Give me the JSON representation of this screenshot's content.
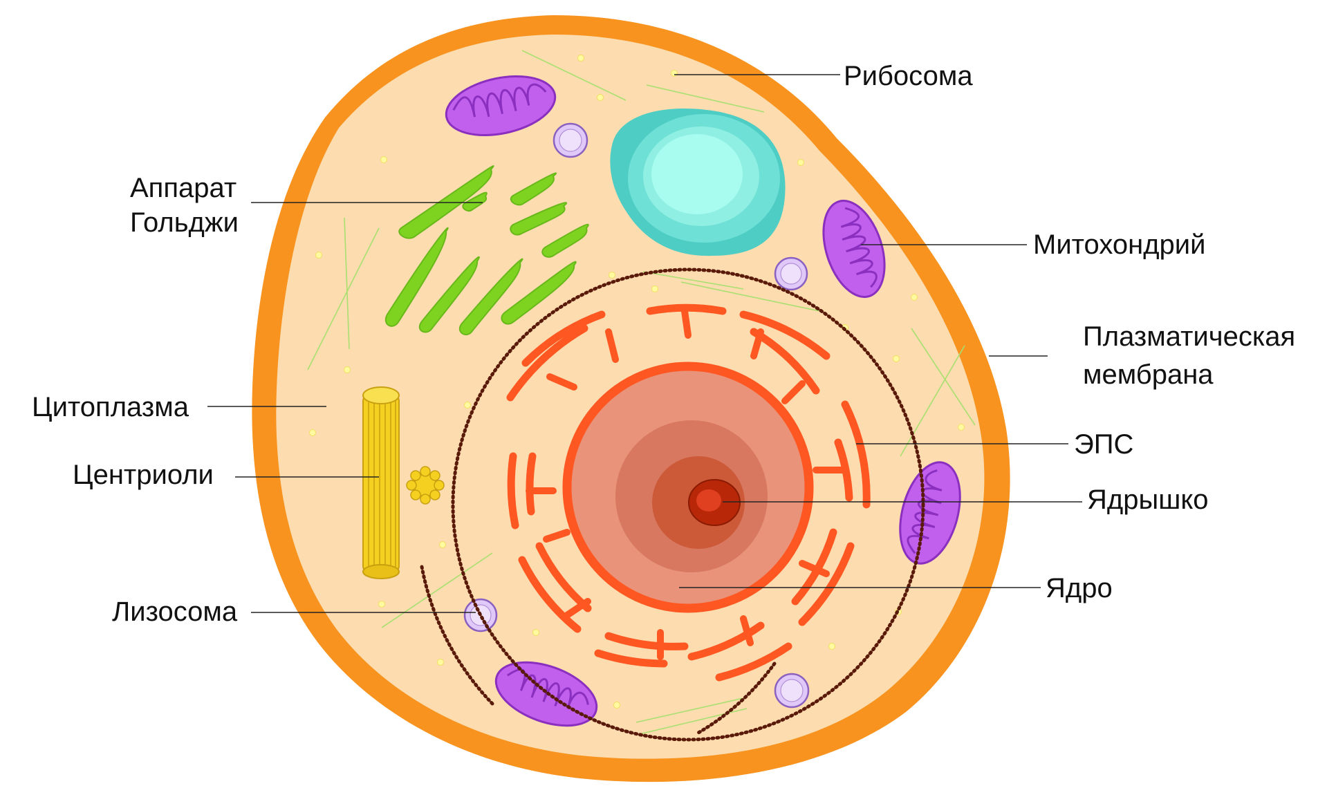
{
  "labels": {
    "ribosome": "Рибосома",
    "golgi_line1": "Аппарат",
    "golgi_line2": "Гольджи",
    "mitochondrion": "Митохондрий",
    "membrane_line1": "Плазматическая",
    "membrane_line2": "мембрана",
    "cytoplasm": "Цитоплазма",
    "er": "ЭПС",
    "centrioles": "Центриоли",
    "nucleolus": "Ядрышко",
    "nucleus": "Ядро",
    "lysosome": "Лизосома"
  },
  "colors": {
    "membrane": "#f7931e",
    "cytoplasm": "#fddcaf",
    "golgi": "#7ed321",
    "mitochondrion": "#c060ec",
    "vacuole": "#4ecdc4",
    "er": "#ff5722",
    "nucleus": "#e8937a",
    "nucleolus": "#c62a0a",
    "centriole": "#f5d020",
    "lysosome": "#e0c8f8",
    "ribosome": "#fffaa0"
  }
}
